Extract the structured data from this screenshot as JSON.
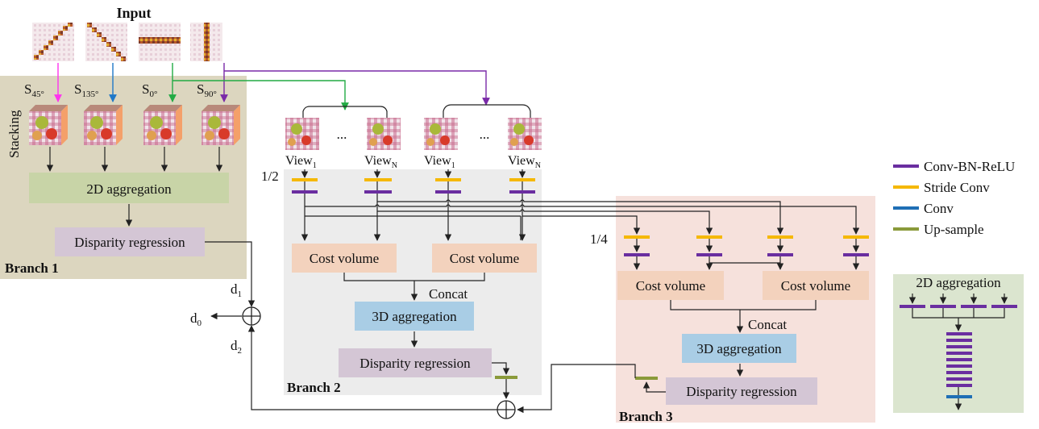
{
  "title": "Input",
  "input_labels": {
    "s45": "S",
    "s45_sub": "45°",
    "s135": "S",
    "s135_sub": "135°",
    "s0": "S",
    "s0_sub": "0°",
    "s90": "S",
    "s90_sub": "90°"
  },
  "branch1": {
    "label": "Branch 1",
    "stacking": "Stacking",
    "aggregation": "2D aggregation",
    "regression": "Disparity regression"
  },
  "branch2": {
    "label": "Branch 2",
    "scale": "1/2",
    "view_first": "View",
    "view_first_sub": "1",
    "view_last": "View",
    "view_last_sub": "N",
    "ellipsis": "...",
    "cost_volume_a": "Cost volume",
    "cost_volume_b": "Cost volume",
    "concat": "Concat",
    "aggregation": "3D aggregation",
    "regression": "Disparity regression"
  },
  "branch3": {
    "label": "Branch 3",
    "scale": "1/4",
    "cost_volume_a": "Cost volume",
    "cost_volume_b": "Cost volume",
    "concat": "Concat",
    "aggregation": "3D aggregation",
    "regression": "Disparity regression"
  },
  "outputs": {
    "d0": "d",
    "d0_sub": "0",
    "d1": "d",
    "d1_sub": "1",
    "d2": "d",
    "d2_sub": "2"
  },
  "legend": {
    "items": [
      {
        "label": "Conv-BN-ReLU",
        "color": "#6a2ea0"
      },
      {
        "label": "Stride Conv",
        "color": "#f5b800"
      },
      {
        "label": "Conv",
        "color": "#1f6fb5"
      },
      {
        "label": "Up-sample",
        "color": "#8a9a3a"
      }
    ]
  },
  "inset": {
    "title": "2D aggregation"
  },
  "colors": {
    "branch1_bg": "#dcd6bf",
    "branch2_bg": "#ececec",
    "branch3_bg": "#f6e1dc",
    "inset_bg": "#dbe5cf",
    "agg2d_box": "#c8d4a7",
    "regression_box": "#d4c6d5",
    "cost_box": "#f3d2bd",
    "agg3d_box": "#a9cde5",
    "conv_bn_relu": "#6a2ea0",
    "stride_conv": "#f5b800",
    "conv": "#1f6fb5",
    "upsample": "#8a9a3a",
    "arrow_s45": "#ff33ee",
    "arrow_s135": "#1f78c8",
    "arrow_s0": "#22aa44",
    "arrow_s90": "#7a2aa8"
  }
}
